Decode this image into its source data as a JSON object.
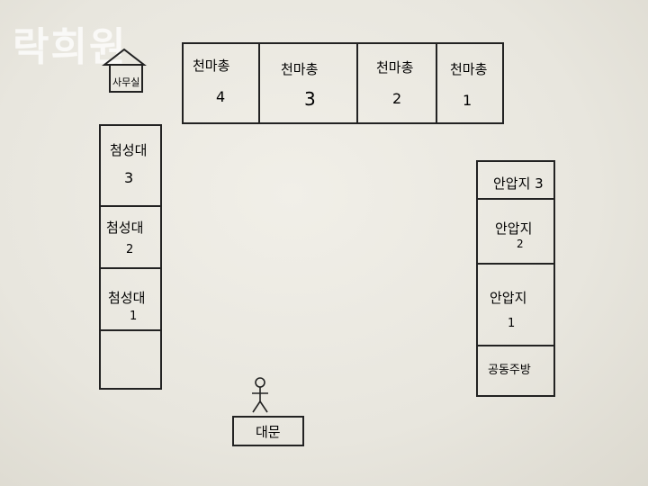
{
  "watermark": "락희원",
  "office": {
    "label": "사무실"
  },
  "top_row": [
    {
      "label": "천마총",
      "number": "4"
    },
    {
      "label": "천마총",
      "number": "3"
    },
    {
      "label": "천마총",
      "number": "2"
    },
    {
      "label": "천마총",
      "number": "1"
    }
  ],
  "left_column": [
    {
      "label": "첨성대",
      "number": "3"
    },
    {
      "label": "첨성대",
      "number": "2"
    },
    {
      "label": "첨성대",
      "number": "1"
    }
  ],
  "right_column": [
    {
      "label": "안압지 3"
    },
    {
      "label": "안압지",
      "number": "2"
    },
    {
      "label": "안압지",
      "number": "1"
    },
    {
      "label": "공동주방"
    }
  ],
  "gate": {
    "label": "대문"
  },
  "figure_icon": "stick-figure-icon",
  "colors": {
    "ink": "#222222",
    "paper": "#ecebe4"
  }
}
